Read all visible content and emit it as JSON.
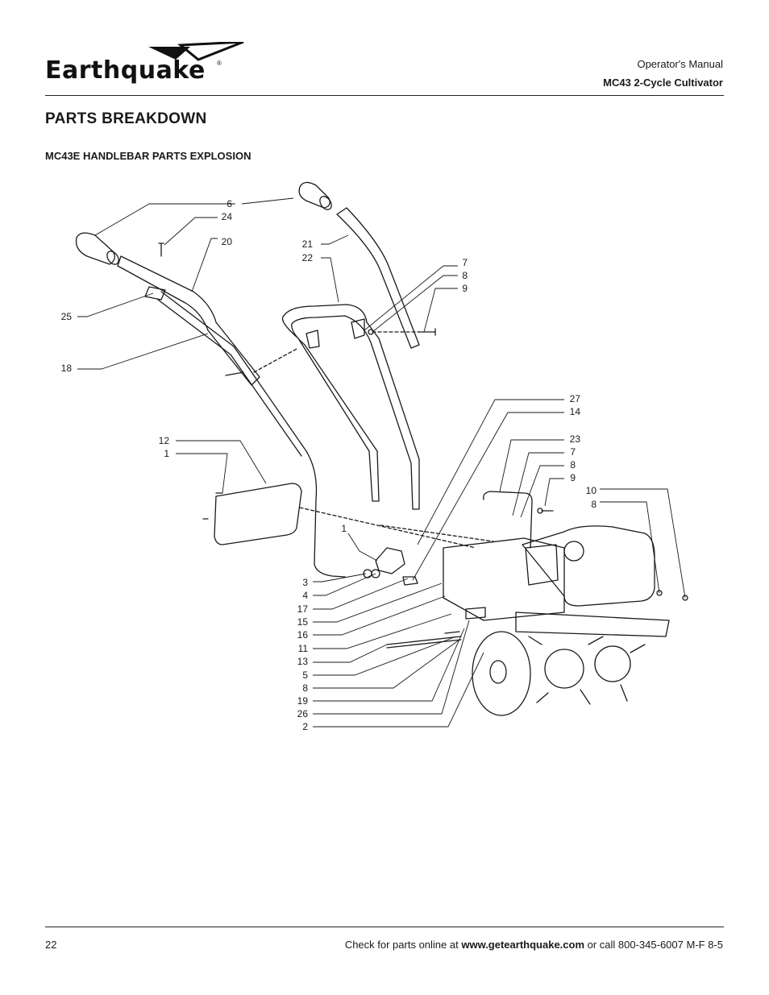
{
  "header": {
    "brand": "Earthquake",
    "brand_mark": "®",
    "manual_label": "Operator's Manual",
    "model_label": "MC43 2-Cycle Cultivator"
  },
  "section": {
    "title": "PARTS BREAKDOWN",
    "subtitle": "MC43E HANDLEBAR PARTS EXPLOSION"
  },
  "diagram": {
    "callouts": [
      "6",
      "24",
      "20",
      "21",
      "22",
      "7",
      "8",
      "9",
      "25",
      "18",
      "27",
      "14",
      "23",
      "7",
      "8",
      "9",
      "10",
      "8",
      "12",
      "1",
      "1",
      "3",
      "4",
      "17",
      "15",
      "16",
      "11",
      "13",
      "5",
      "8",
      "19",
      "26",
      "2"
    ]
  },
  "footer": {
    "page_number": "22",
    "text_before": "Check for parts online at ",
    "url": "www.getearthquake.com",
    "text_after": " or call 800-345-6007 M-F 8-5"
  }
}
